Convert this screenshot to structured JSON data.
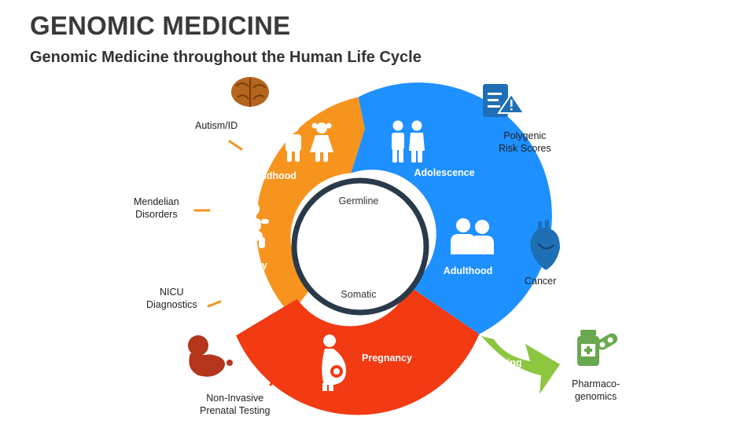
{
  "header": {
    "title": "GENOMIC MEDICINE",
    "subtitle": "Genomic Medicine throughout the Human Life Cycle"
  },
  "cycle": {
    "segments": [
      {
        "label": "Childhood",
        "color": "#f7941d"
      },
      {
        "label": "Infancy",
        "color": "#f7941d"
      },
      {
        "label": "Adolescence",
        "color": "#1e90ff"
      },
      {
        "label": "Adulthood",
        "color": "#1e90ff"
      },
      {
        "label": "Pregnancy",
        "color": "#f23a13"
      }
    ],
    "aging": {
      "label": "Aging",
      "color": "#8dc63f"
    },
    "center": {
      "top": "Germline",
      "bottom": "Somatic",
      "ring_color": "#2b3a4a"
    }
  },
  "annotations": {
    "autism": "Autism/ID",
    "mendelian": [
      "Mendelian",
      "Disorders"
    ],
    "nicu": [
      "NICU",
      "Diagnostics"
    ],
    "nipt": [
      "Non-Invasive",
      "Prenatal Testing"
    ],
    "polygenic": [
      "Polygenic",
      "Risk Scores"
    ],
    "cancer": "Cancer",
    "pharmaco": [
      "Pharmaco-",
      "genomics"
    ]
  },
  "icons": {
    "brain": "brain-icon",
    "children": "children-icon",
    "baby": "baby-icon",
    "fetus": "fetus-icon",
    "teens": "teens-icon",
    "adults": "adults-icon",
    "heart": "heart-icon",
    "pregnant": "pregnant-woman-icon",
    "report": "risk-report-icon",
    "medicine": "medicine-bottle-icon"
  }
}
